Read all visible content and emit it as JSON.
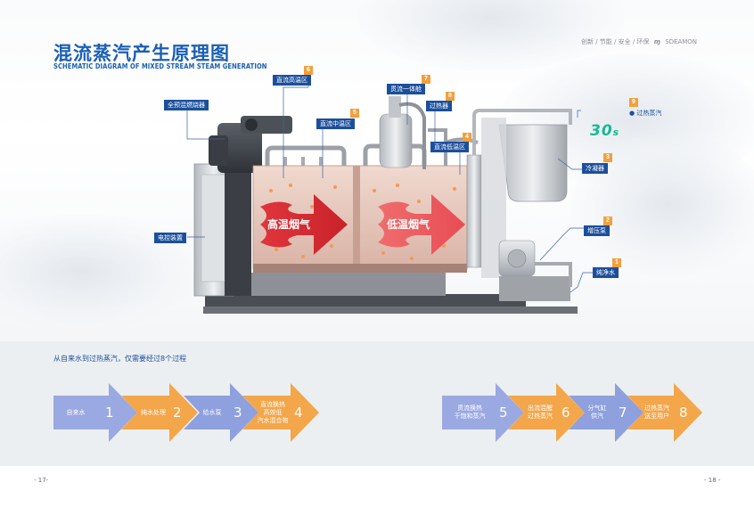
{
  "header": {
    "title_cn": "混流蒸汽产生原理图",
    "title_en": "SCHEMATIC DIAGRAM OF MIXED STREAM STEAM GENERATION",
    "brand_text": "创新 / 节能 / 安全 / 环保",
    "brand_name": "SDEAMON",
    "logo_text": "30",
    "logo_suffix": "s"
  },
  "labels": [
    {
      "id": "l1",
      "num": "1",
      "text": "纯净水"
    },
    {
      "id": "l2",
      "num": "2",
      "text": "增压泵"
    },
    {
      "id": "l3",
      "num": "3",
      "text": "冷凝器"
    },
    {
      "id": "l4",
      "num": "4",
      "text": "直流低温区"
    },
    {
      "id": "l5",
      "num": "5",
      "text": "直流中温区"
    },
    {
      "id": "l6",
      "num": "6",
      "text": "直流高温区"
    },
    {
      "id": "l7",
      "num": "7",
      "text": "贯流一体舱"
    },
    {
      "id": "l8",
      "num": "8",
      "text": "过热器"
    },
    {
      "id": "l9",
      "num": "9",
      "text": "过热蒸汽"
    },
    {
      "id": "lb",
      "text": "全预混燃烧器"
    },
    {
      "id": "lc",
      "text": "电控装置"
    }
  ],
  "flames": {
    "high": "高温烟气",
    "low": "低温烟气"
  },
  "process": {
    "title": "从自来水到过热蒸汽，仅需要经过8个过程",
    "steps": [
      {
        "num": "1",
        "text": "自来水"
      },
      {
        "num": "2",
        "text": "纯水处理"
      },
      {
        "num": "3",
        "text": "给水泵"
      },
      {
        "num": "4",
        "lines": [
          "直流换热",
          "高效低",
          "汽水混合物"
        ]
      },
      {
        "num": "5",
        "lines": [
          "贯流换热",
          "干饱和蒸汽"
        ]
      },
      {
        "num": "6",
        "lines": [
          "出流混醒",
          "过热蒸汽"
        ]
      },
      {
        "num": "7",
        "lines": [
          "分气缸",
          "供汽"
        ]
      },
      {
        "num": "8",
        "lines": [
          "过热蒸汽",
          "送至用户"
        ]
      }
    ]
  },
  "pages": {
    "left": "- 17-",
    "right": "- 18 -"
  },
  "colors": {
    "blue": "#1c4f9b",
    "orange": "#f2a03d",
    "arrow_blue_light": "#c9d3ee",
    "arrow_blue": "#7e93d8",
    "arrow_orange": "#f3a64a",
    "teal": "#19b894"
  }
}
